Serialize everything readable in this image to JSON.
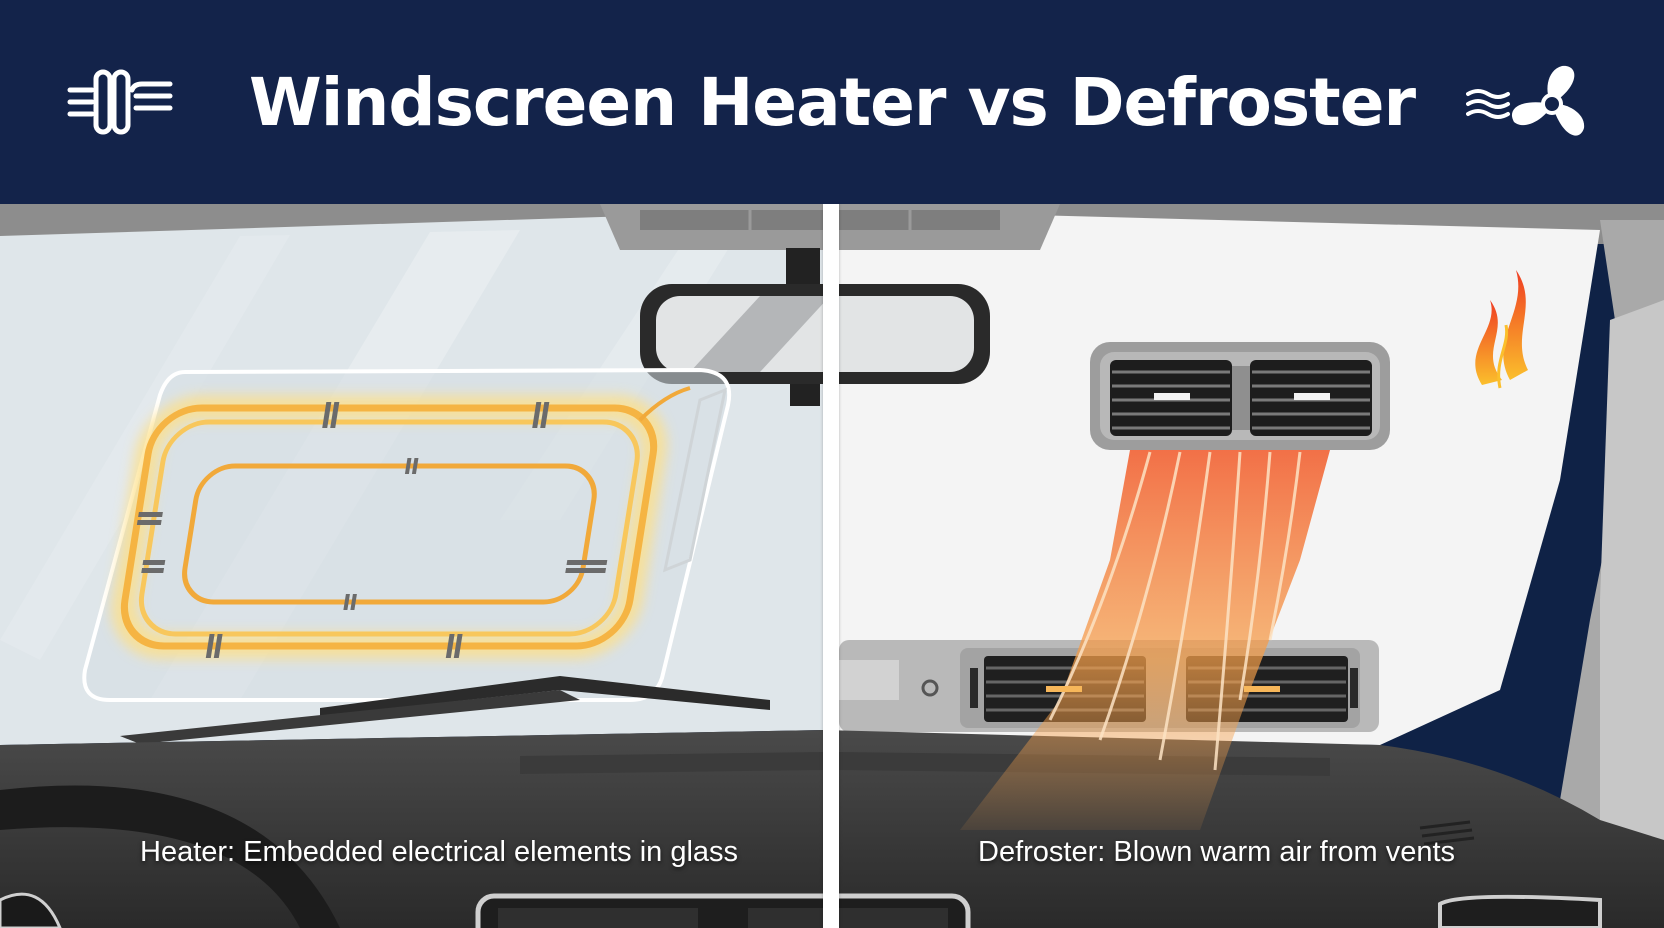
{
  "header": {
    "title": "Windscreen Heater vs Defroster",
    "left_icon": "heated-windscreen-icon",
    "right_icon": "fan-airflow-icon",
    "background": "#13234a"
  },
  "panels": {
    "left": {
      "caption": "Heater: Embedded electrical elements in glass",
      "element_color": "#f5b443"
    },
    "right": {
      "caption": "Defroster:  Blown warm air from vents",
      "airflow_color": "#f47a2a"
    }
  }
}
